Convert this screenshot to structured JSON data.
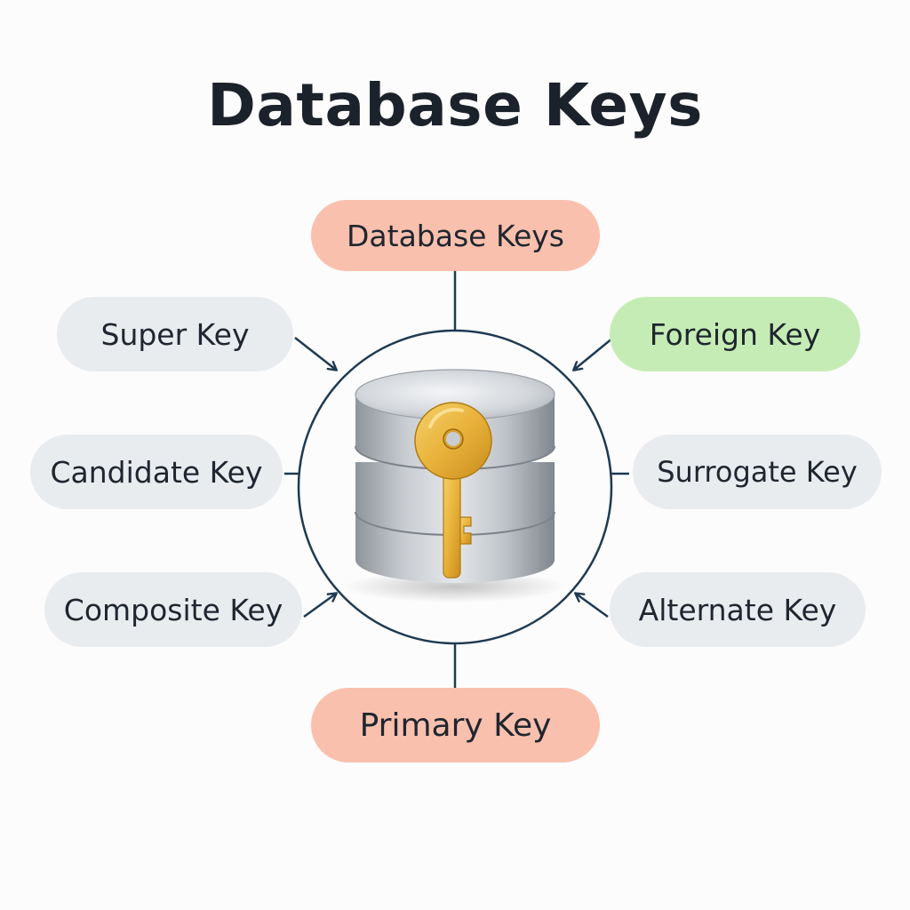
{
  "title": "Database Keys",
  "center": {
    "icon": "database-with-key-icon"
  },
  "nodes": {
    "top": "Database Keys",
    "super": "Super Key",
    "foreign": "Foreign Key",
    "candidate": "Candidate Key",
    "surrogate": "Surrogate Key",
    "composite": "Composite Key",
    "alternate": "Alternate Key",
    "primary": "Primary Key"
  },
  "colors": {
    "title": "#1c222b",
    "connector": "#1e3a52",
    "pill_grey": "#e9ecef",
    "pill_salmon": "#f9c0ad",
    "pill_green": "#c6ecb6",
    "key_gold": "#e8b23a",
    "disk_silver": "#b9bec4"
  }
}
